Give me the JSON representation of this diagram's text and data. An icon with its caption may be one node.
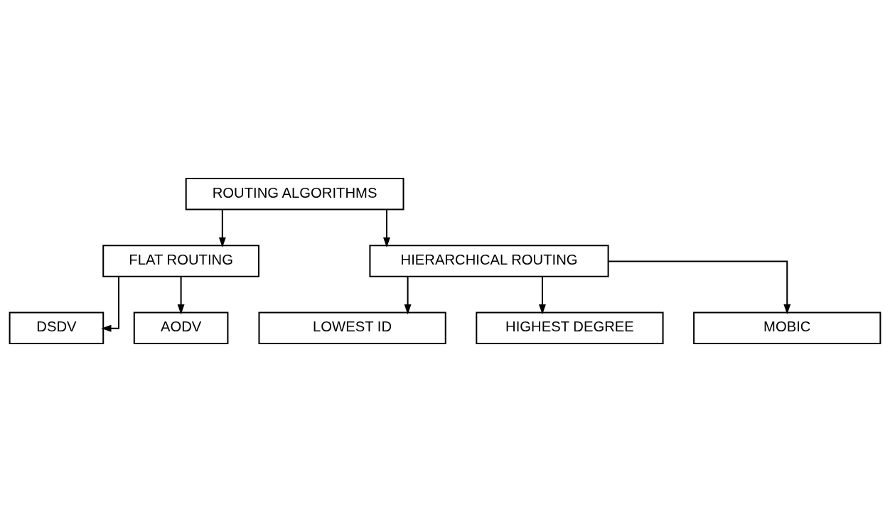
{
  "diagram": {
    "nodes": [
      {
        "text": [
          "ROUTING ALGORITHMS"
        ]
      },
      {
        "text": [
          "FLAT ROUTING"
        ]
      },
      {
        "text": [
          "HIERARCHICAL ROUTING"
        ]
      },
      {
        "text": [
          "DSDV"
        ]
      },
      {
        "text": [
          "AODV"
        ]
      },
      {
        "text": [
          "LOWEST ID"
        ]
      },
      {
        "text": [
          "HIGHEST DEGREE"
        ]
      },
      {
        "text": [
          "MOBIC"
        ]
      }
    ],
    "edges": [
      {
        "from": 0,
        "to": 1,
        "arrow": "to"
      },
      {
        "from": 0,
        "to": 2,
        "arrow": "to"
      },
      {
        "from": 1,
        "to": 3,
        "arrow": "to"
      },
      {
        "from": 1,
        "to": 4,
        "arrow": "to"
      },
      {
        "from": 2,
        "to": 5,
        "arrow": "to"
      },
      {
        "from": 2,
        "to": 6,
        "arrow": "to"
      },
      {
        "from": 2,
        "to": 7,
        "arrow": "to"
      }
    ]
  }
}
